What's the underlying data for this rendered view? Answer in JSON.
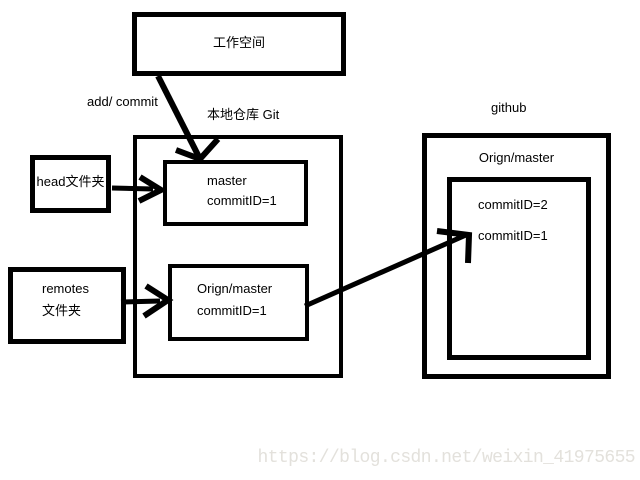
{
  "diagram": {
    "workspace_label": "工作空间",
    "add_commit_label": "add/ commit",
    "local_repo_label": "本地仓库 Git",
    "github_label": "github",
    "head_box_label": "head文件夹",
    "remotes_box": {
      "line1": "remotes",
      "line2": "文件夹"
    },
    "master_box": {
      "title": "master",
      "commit": "commitID=1"
    },
    "local_origin_box": {
      "title": "Orign/master",
      "commit": "commitID=1"
    },
    "github_box": {
      "title": "Orign/master",
      "commit_top": "commitID=2",
      "commit_bottom": "commitID=1"
    },
    "arrows": [
      "workspace-to-master",
      "head-folder-to-master",
      "remotes-folder-to-local-origin",
      "local-origin-to-github"
    ]
  },
  "watermark": "https://blog.csdn.net/weixin_41975655",
  "colors": {
    "ink": "#000000",
    "background": "#ffffff",
    "watermark": "#e3e1dc"
  }
}
